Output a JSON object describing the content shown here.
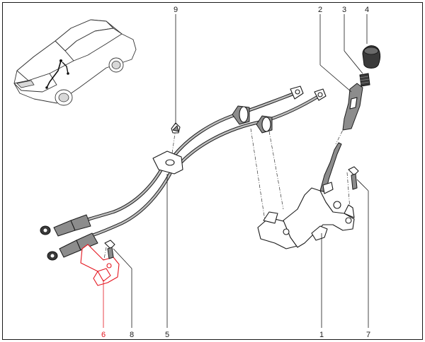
{
  "callouts": [
    {
      "id": "1",
      "label": "1",
      "highlighted": false
    },
    {
      "id": "2",
      "label": "2",
      "highlighted": false
    },
    {
      "id": "3",
      "label": "3",
      "highlighted": false
    },
    {
      "id": "4",
      "label": "4",
      "highlighted": false
    },
    {
      "id": "5",
      "label": "5",
      "highlighted": false
    },
    {
      "id": "6",
      "label": "6",
      "highlighted": true
    },
    {
      "id": "7",
      "label": "7",
      "highlighted": false
    },
    {
      "id": "8",
      "label": "8",
      "highlighted": false
    },
    {
      "id": "9",
      "label": "9",
      "highlighted": false
    }
  ],
  "colors": {
    "highlight": "#e4151f",
    "line": "#1a1a1a",
    "background": "#ffffff"
  }
}
